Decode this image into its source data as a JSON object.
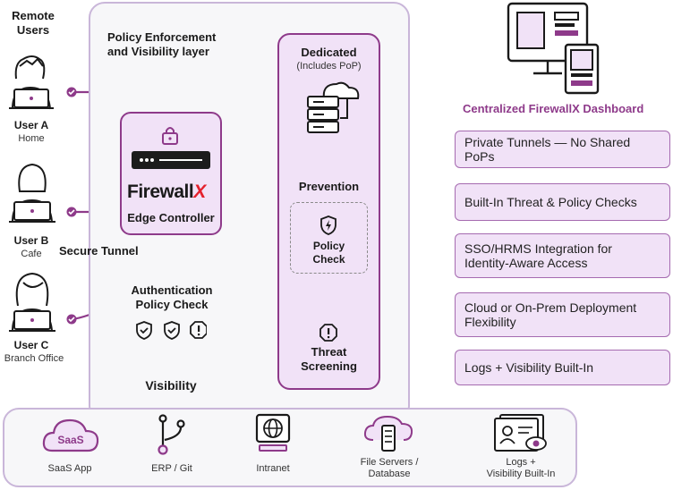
{
  "remote_users_title": "Remote\nUsers",
  "users": [
    {
      "name": "User A",
      "location": "Home"
    },
    {
      "name": "User B",
      "location": "Cafe"
    },
    {
      "name": "User C",
      "location": "Branch Office"
    }
  ],
  "secure_tunnel": "Secure Tunnel",
  "layer_title": "Policy Enforcement\nand Visibility layer",
  "edge": {
    "brand_prefix": "Firewall",
    "brand_mark": "X",
    "label": "Edge Controller"
  },
  "auth_check": "Authentication\nPolicy Check",
  "visibility": "Visibility",
  "dedicated": {
    "title": "Dedicated",
    "subtitle": "(Includes PoP)",
    "prevention": "Prevention",
    "policy_check": "Policy\nCheck",
    "threat": "Threat\nScreening"
  },
  "dashboard_title": "Centralized FirewallX Dashboard",
  "features": [
    "Private Tunnels — No Shared PoPs",
    "Built-In Threat & Policy Checks",
    "SSO/HRMS Integration for\nIdentity-Aware Access",
    "Cloud or On-Prem Deployment\nFlexibility",
    "Logs + Visibility Built-In"
  ],
  "saas_logo_text": "SaaS",
  "destinations": [
    "SaaS App",
    "ERP / Git",
    "Intranet",
    "File Servers /\nDatabase",
    "Logs +\nVisibility Built-In"
  ],
  "colors": {
    "accent": "#8e3a8a",
    "brand_red": "#e4202c",
    "fill": "#f1e2f7"
  }
}
